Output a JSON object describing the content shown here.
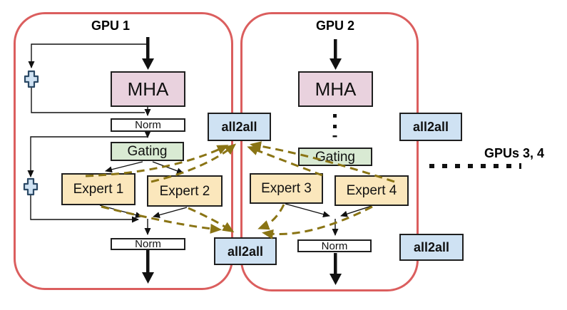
{
  "gpu1": {
    "label": "GPU 1",
    "mha": "MHA",
    "norm_top": "Norm",
    "gating": "Gating",
    "expert1": "Expert 1",
    "expert2": "Expert 2",
    "norm_bottom": "Norm"
  },
  "gpu2": {
    "label": "GPU 2",
    "mha": "MHA",
    "gating": "Gating",
    "expert3": "Expert 3",
    "expert4": "Expert 4",
    "norm_bottom": "Norm"
  },
  "comm": {
    "top_mid": "all2all",
    "bottom_mid": "all2all",
    "top_right": "all2all",
    "bottom_right": "all2all"
  },
  "others_label": "GPUs 3, 4",
  "colors": {
    "gpu_border": "#DB5E5E",
    "mha_fill": "#E9D2DE",
    "gating_fill": "#D9EAD3",
    "expert_fill": "#FBE7BC",
    "all2all_fill": "#CFE2F3",
    "routing_arrow": "#8A7414",
    "flow_arrow": "#111111",
    "add_icon_fill": "#CFE2F3",
    "add_icon_border": "#2C4A66"
  }
}
